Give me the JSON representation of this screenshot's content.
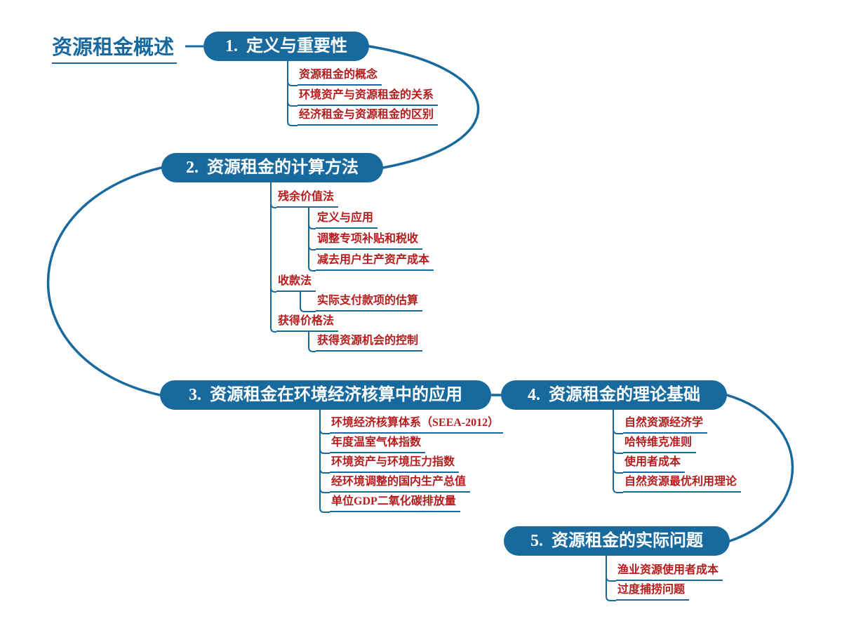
{
  "colors": {
    "node_fill": "#17699e",
    "line": "#17699e",
    "topic_text": "#b71c1c",
    "node_text": "#ffffff",
    "background": "#ffffff"
  },
  "root": {
    "label": "资源租金概述"
  },
  "branches": [
    {
      "title": "1.  定义与重要性",
      "children": [
        {
          "label": "资源租金的概念"
        },
        {
          "label": "环境资产与资源租金的关系"
        },
        {
          "label": "经济租金与资源租金的区别"
        }
      ]
    },
    {
      "title": "2.  资源租金的计算方法",
      "children": [
        {
          "label": "残余价值法",
          "children": [
            {
              "label": "定义与应用"
            },
            {
              "label": "调整专项补贴和税收"
            },
            {
              "label": "减去用户生产资产成本"
            }
          ]
        },
        {
          "label": "收款法",
          "children": [
            {
              "label": "实际支付款项的估算"
            }
          ]
        },
        {
          "label": "获得价格法",
          "children": [
            {
              "label": "获得资源机会的控制"
            }
          ]
        }
      ]
    },
    {
      "title": "3.  资源租金在环境经济核算中的应用",
      "children": [
        {
          "label": "环境经济核算体系（SEEA-2012）"
        },
        {
          "label": "年度温室气体指数"
        },
        {
          "label": "环境资产与环境压力指数"
        },
        {
          "label": "经环境调整的国内生产总值"
        },
        {
          "label": "单位GDP二氧化碳排放量"
        }
      ]
    },
    {
      "title": "4.  资源租金的理论基础",
      "children": [
        {
          "label": "自然资源经济学"
        },
        {
          "label": "哈特维克准则"
        },
        {
          "label": "使用者成本"
        },
        {
          "label": "自然资源最优利用理论"
        }
      ]
    },
    {
      "title": "5.  资源租金的实际问题",
      "children": [
        {
          "label": "渔业资源使用者成本"
        },
        {
          "label": "过度捕捞问题"
        }
      ]
    }
  ]
}
